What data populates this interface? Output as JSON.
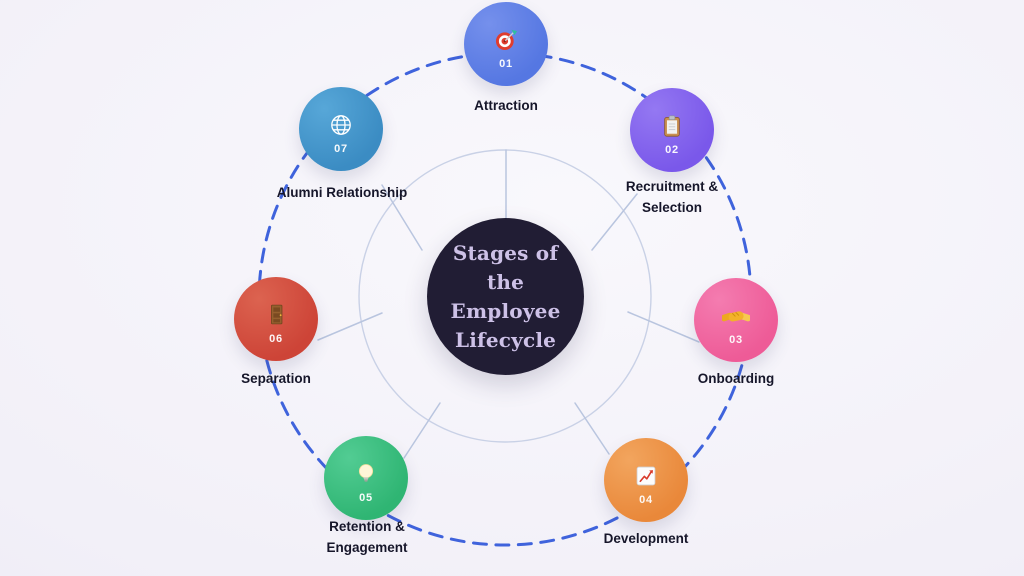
{
  "diagram": {
    "title_lines": [
      "Stages of",
      "the",
      "Employee",
      "Lifecycle"
    ]
  },
  "nodes": [
    {
      "number": "01",
      "label_lines": [
        "Attraction"
      ],
      "icon": "target-icon",
      "color": "#5577e2",
      "color_light": "#7590ec"
    },
    {
      "number": "02",
      "label_lines": [
        "Recruitment &",
        "Selection"
      ],
      "icon": "clipboard-icon",
      "color": "#7a58ea",
      "color_light": "#9478f2"
    },
    {
      "number": "03",
      "label_lines": [
        "Onboarding"
      ],
      "icon": "handshake-icon",
      "color": "#ee5b97",
      "color_light": "#f47cb0"
    },
    {
      "number": "04",
      "label_lines": [
        "Development"
      ],
      "icon": "chart-increasing-icon",
      "color": "#e9883a",
      "color_light": "#f2a55e"
    },
    {
      "number": "05",
      "label_lines": [
        "Retention &",
        "Engagement"
      ],
      "icon": "lightbulb-icon",
      "color": "#2fb573",
      "color_light": "#52cc93"
    },
    {
      "number": "06",
      "label_lines": [
        "Separation"
      ],
      "icon": "door-icon",
      "color": "#cd4437",
      "color_light": "#dc6350"
    },
    {
      "number": "07",
      "label_lines": [
        "Alumni Relationship"
      ],
      "icon": "globe-icon",
      "color": "#3b8cc3",
      "color_light": "#57a7d8"
    }
  ],
  "colors": {
    "background_outer": "#ebe8f3",
    "background_inner": "#f9f8fc",
    "center_circle": "#211d34",
    "center_text": "#cdc1e7",
    "label_text": "#16162a",
    "number_text": "#ffffff",
    "dashed_circle": "#3f63dc",
    "inner_ring": "#c9d1e6",
    "spoke": "#b9c5df"
  }
}
